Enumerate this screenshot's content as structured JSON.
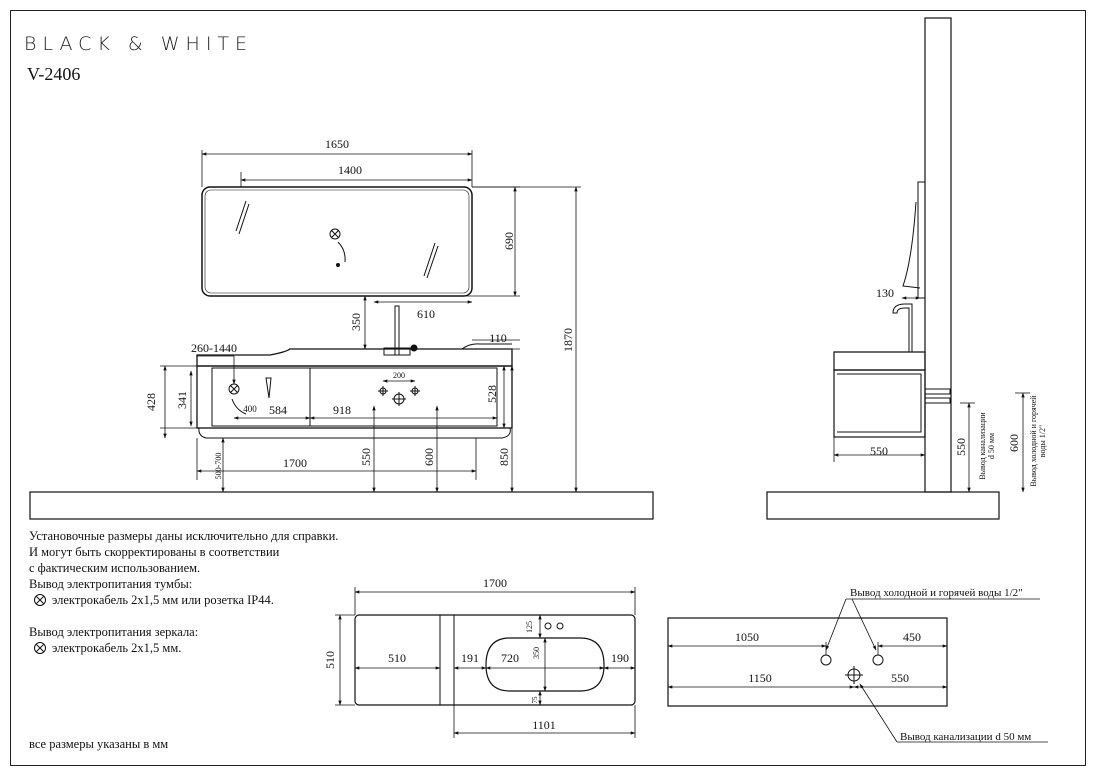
{
  "header": {
    "brand": "BLACK & WHITE",
    "model": "V-2406"
  },
  "front_view": {
    "dims": {
      "mirror_total": "1650",
      "mirror_glass": "1400",
      "mirror_height": "690",
      "total_height": "1870",
      "mirror_gap": "350",
      "faucet_offset": "610",
      "counter_height": "110",
      "cable_range": "260-1440",
      "cabinet_height": "428",
      "drawer_height": "341",
      "drawer_left": "584",
      "drawer_right": "918",
      "cabinet_right_height": "528",
      "tap_spacing": "200",
      "sensor_radius": "400",
      "mount_range": "500-700",
      "cabinet_width": "1700",
      "mount_550": "550",
      "mount_600": "600",
      "mount_850": "850"
    }
  },
  "side_view": {
    "dims": {
      "faucet_projection": "130",
      "depth": "550",
      "drain_height": "550",
      "water_height": "600"
    },
    "labels": {
      "drain_outlet_l1": "Вывод канализации",
      "drain_outlet_l2": "d 50 мм",
      "water_outlet_l1": "Вывод холодной и горячей",
      "water_outlet_l2": "воды 1/2\""
    }
  },
  "notes": {
    "line1": "Установочные размеры даны исключительно для справки.",
    "line2": "И могут быть скорректированы в соответствии",
    "line3": "с фактическим использованием.",
    "line4": "Вывод электропитания тумбы:",
    "line5": "электрокабель 2х1,5 мм или розетка IP44.",
    "line6": "Вывод электропитания зеркала:",
    "line7": "электрокабель 2х1,5 мм."
  },
  "top_view": {
    "dims": {
      "width": "1700",
      "depth": "510",
      "left_section": "510",
      "left_margin": "191",
      "basin_width": "720",
      "right_margin": "190",
      "basin_depth": "350",
      "tap_offset": "125",
      "bottom_offset": "75",
      "vanity_width": "1101"
    }
  },
  "wall_view": {
    "dims": {
      "left_1050": "1050",
      "right_450": "450",
      "left_1150": "1150",
      "right_550": "550"
    },
    "labels": {
      "water_outlet": "Вывод холодной и горячей воды 1/2\"",
      "drain_outlet": "Вывод канализации d 50 мм"
    }
  },
  "footer": {
    "note": "все размеры указаны в мм"
  }
}
